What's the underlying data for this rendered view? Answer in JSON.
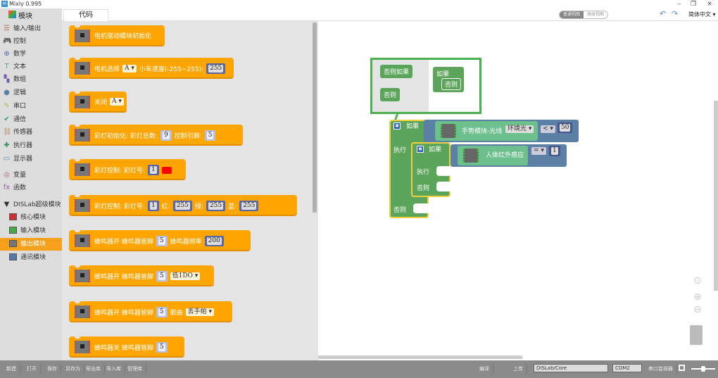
{
  "window": {
    "title": "Mixly 0.995",
    "app_icon": "mixly-logo",
    "minimize": "–",
    "restore": "❐",
    "close": "×"
  },
  "tabs": {
    "modules": "模块",
    "code": "代码"
  },
  "view_toggle": {
    "active": "普通视图",
    "inactive": "高级视图"
  },
  "toolbar": {
    "undo_icon": "↶",
    "redo_icon": "↷",
    "language": "简体中文 ▾"
  },
  "sidebar": {
    "items": [
      {
        "label": "输入/输出",
        "icon": "io-icon",
        "glyph": "☰",
        "color": "#a5745b"
      },
      {
        "label": "控制",
        "icon": "control-icon",
        "glyph": "🎮",
        "color": "#5ba55b"
      },
      {
        "label": "数学",
        "icon": "math-icon",
        "glyph": "⊕",
        "color": "#5b67a5"
      },
      {
        "label": "文本",
        "icon": "text-icon",
        "glyph": "T",
        "color": "#5ba58c"
      },
      {
        "label": "数组",
        "icon": "array-icon",
        "glyph": "▚",
        "color": "#745ba5"
      },
      {
        "label": "逻辑",
        "icon": "logic-icon",
        "glyph": "●",
        "color": "#5b80a5"
      },
      {
        "label": "串口",
        "icon": "serial-icon",
        "glyph": "✎",
        "color": "#a5c050"
      },
      {
        "label": "通信",
        "icon": "comm-icon",
        "glyph": "✔",
        "color": "#3aa070"
      },
      {
        "label": "传感器",
        "icon": "sensor-icon",
        "glyph": "⛓",
        "color": "#b09060"
      },
      {
        "label": "执行器",
        "icon": "actuator-icon",
        "glyph": "✚",
        "color": "#3a9060"
      },
      {
        "label": "显示器",
        "icon": "display-icon",
        "glyph": "▭",
        "color": "#5b8ea5"
      },
      {
        "label": "变量",
        "icon": "variable-icon",
        "glyph": "◎",
        "color": "#a55b80"
      },
      {
        "label": "函数",
        "icon": "function-icon",
        "glyph": "fx",
        "color": "#995ba5"
      }
    ],
    "group": {
      "label": "DISLab超级模块",
      "arrow": "▼"
    },
    "sub_items": [
      {
        "label": "核心模块",
        "color": "#c33"
      },
      {
        "label": "输入模块",
        "color": "#4a4"
      },
      {
        "label": "输出模块",
        "color": "#777",
        "active": true
      },
      {
        "label": "通讯模块",
        "color": "#57a"
      }
    ]
  },
  "flyout": {
    "blocks": [
      {
        "text": "电机驱动模块初始化"
      },
      {
        "text": "电机选择",
        "dropdown": "A ▾",
        "text2": "小车速度(-255~255):",
        "value": "255"
      },
      {
        "text": "关闭",
        "dropdown": "A ▾"
      },
      {
        "text": "彩灯初始化: 彩灯总数:",
        "value": "9",
        "text2": "控制引脚:",
        "value2": "5"
      },
      {
        "text": "彩灯控制: 彩灯号:",
        "value": "1",
        "color": "#ff0000"
      },
      {
        "text": "彩灯控制: 彩灯号:",
        "value": "1",
        "red_label": "红:",
        "red": "255",
        "green_label": "绿:",
        "green": "255",
        "blue_label": "蓝:",
        "blue": "255"
      },
      {
        "text": "蜂鸣器开 蜂鸣器管脚",
        "value": "5",
        "text2": "蜂鸣器频率",
        "value2": "200"
      },
      {
        "text": "蜂鸣器开 蜂鸣器管脚",
        "value": "5",
        "dropdown": "低1DO ▾"
      },
      {
        "text": "蜂鸣器开 蜂鸣器管脚",
        "value": "5",
        "text2": "歌曲",
        "dropdown": "丢手帕 ▾"
      },
      {
        "text": "蜂鸣器关 蜂鸣器管脚",
        "value": "5"
      }
    ]
  },
  "mutator": {
    "elseif": "否则如果",
    "else": "否则",
    "if": "如果",
    "if_else": "否则"
  },
  "workspace": {
    "outer_if": {
      "if": "如果",
      "do": "执行",
      "else": "否则"
    },
    "outer_condition": {
      "sensor": "手势模块-光线",
      "dropdown": "环境光 ▾",
      "op": "< ▾",
      "value": "50"
    },
    "inner_if": {
      "if": "如果",
      "do": "执行",
      "else": "否则"
    },
    "inner_condition": {
      "sensor": "人体红外感应",
      "op": "= ▾",
      "value": "1"
    }
  },
  "controls": {
    "center": "⊙",
    "zoom_in": "⊕",
    "zoom_out": "⊖"
  },
  "bottombar": {
    "buttons": [
      "新建",
      "打开",
      "保存",
      "另存为",
      "导出库",
      "导入库",
      "管理库"
    ],
    "compile": "编译",
    "upload": "上传",
    "board": "DISLab/Core",
    "port": "COM2",
    "serial_monitor": "串口监视器"
  }
}
